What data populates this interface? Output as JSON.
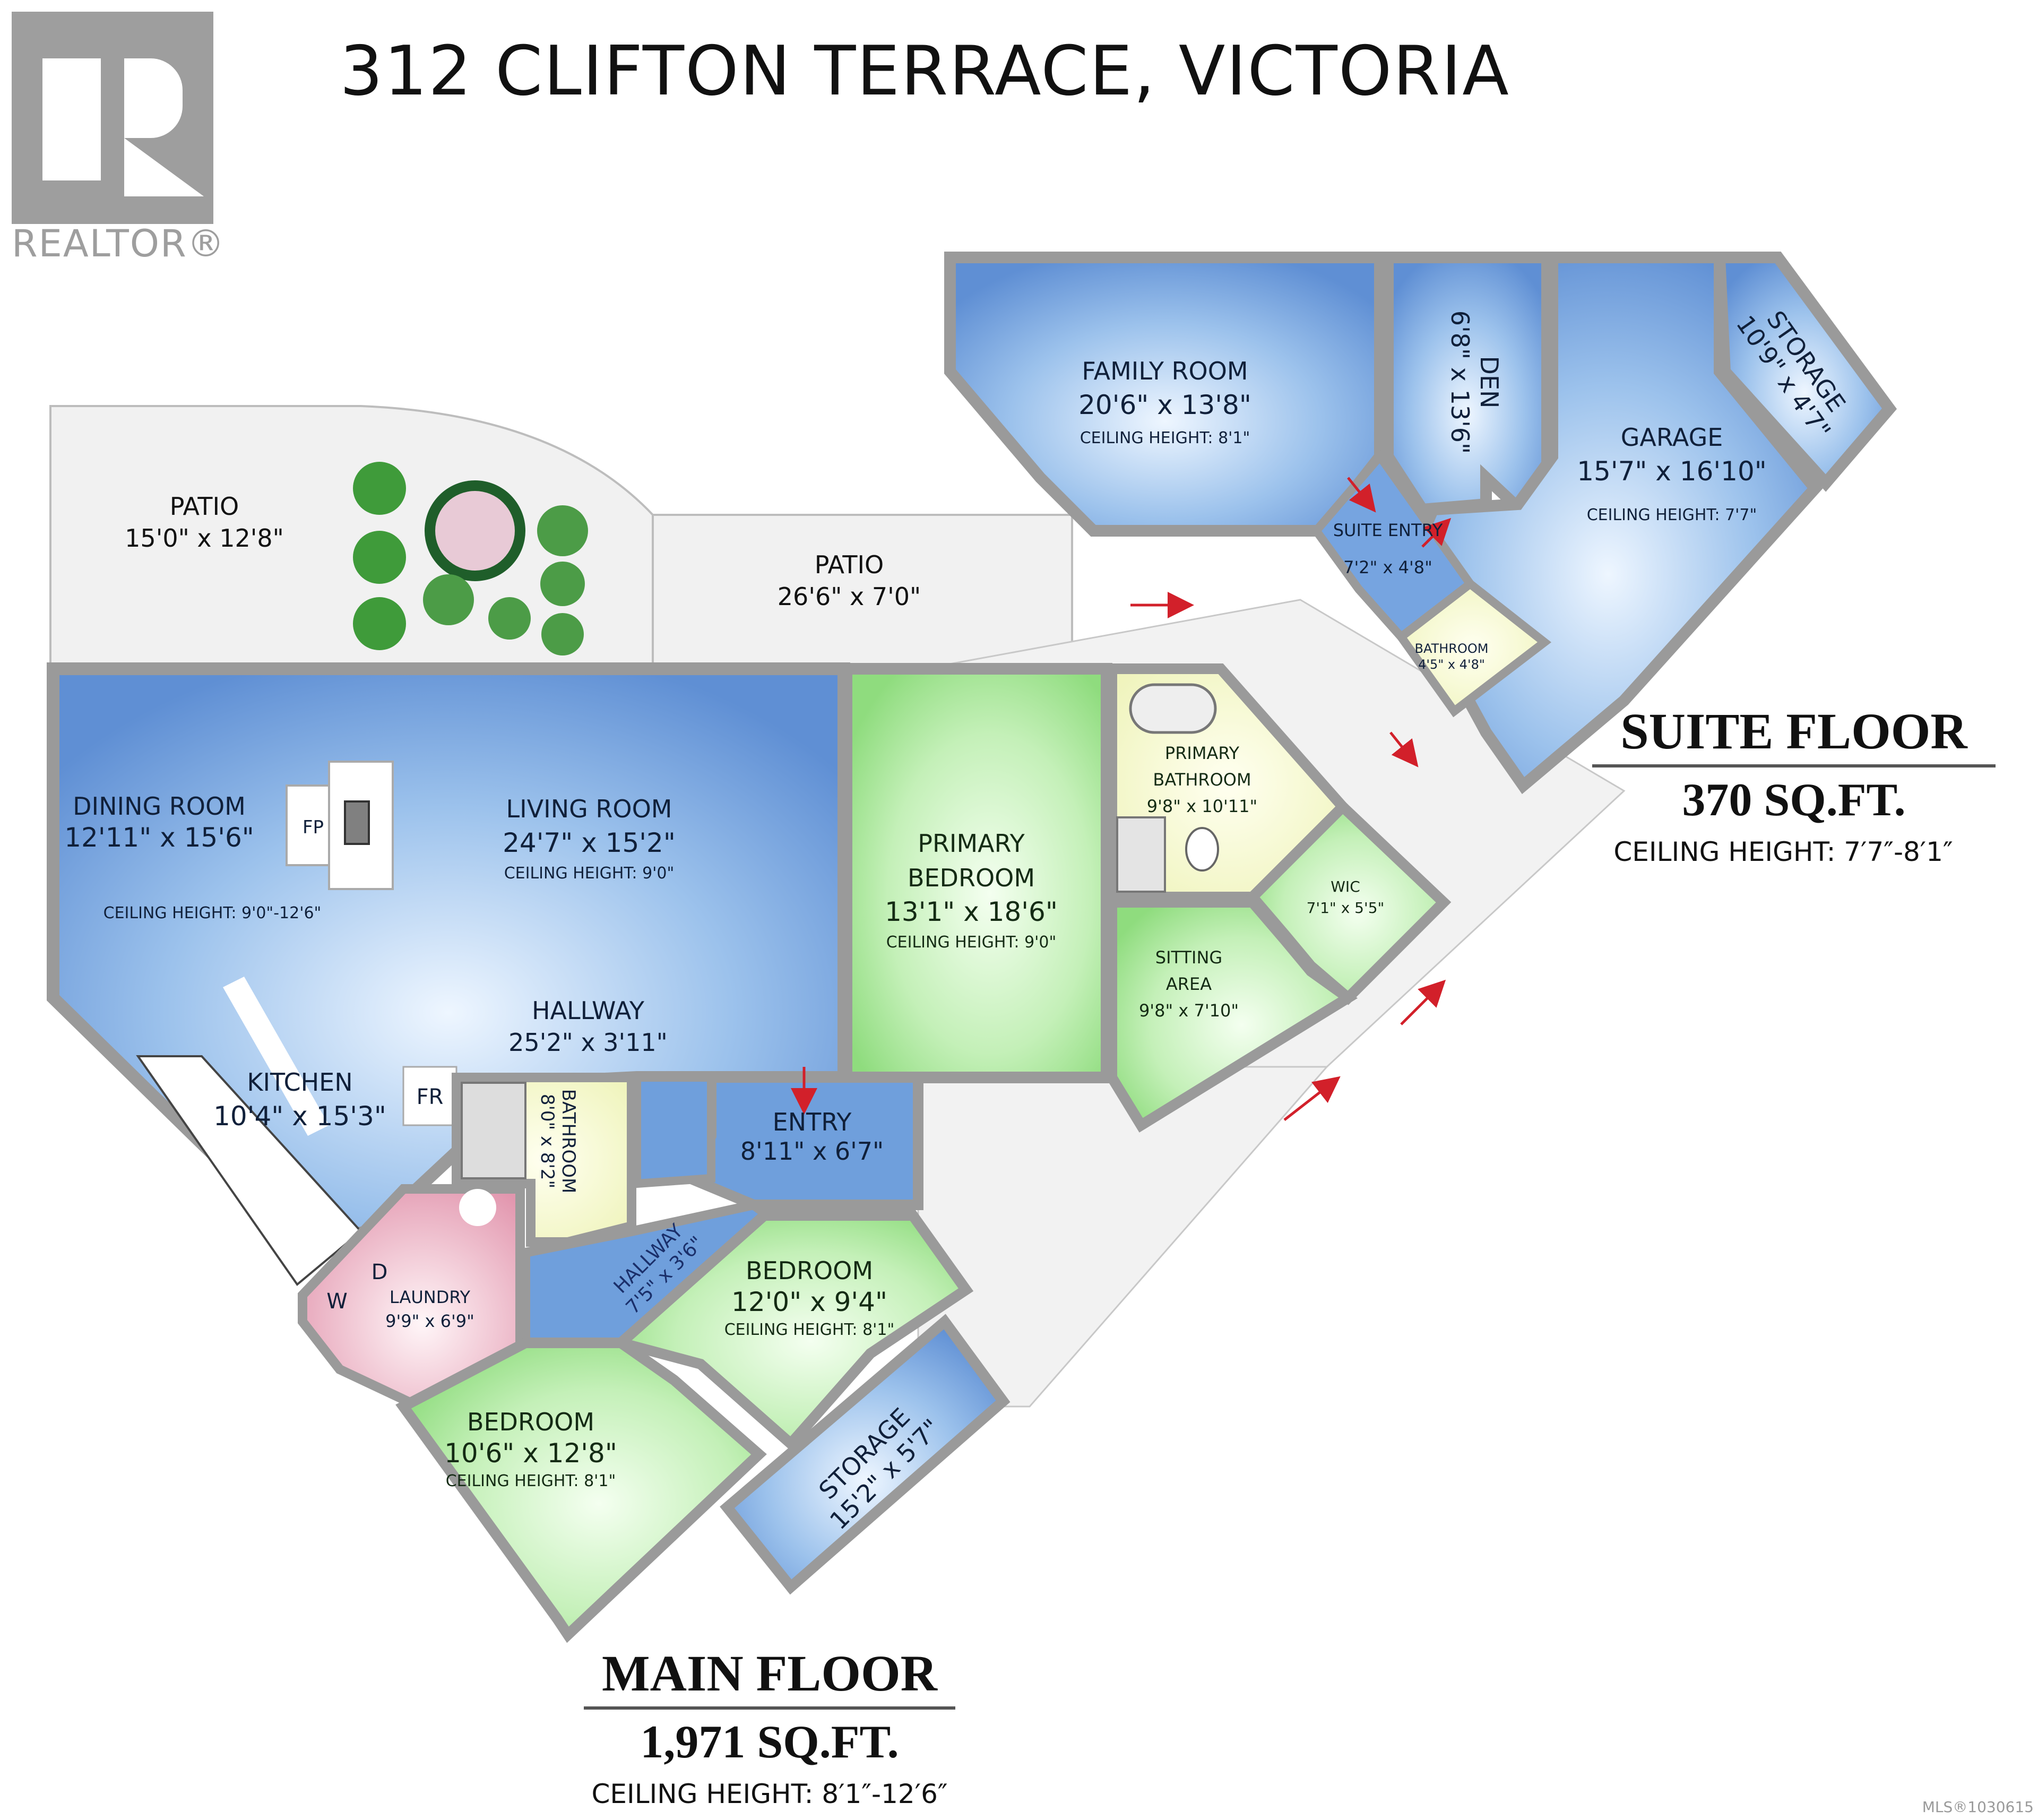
{
  "header": {
    "title": "312 CLIFTON TERRACE, VICTORIA",
    "logo_text": "REALTOR®"
  },
  "colors": {
    "blue_room": "#6f9fdc",
    "green_room": "#9fe08f",
    "yellow_room": "#f3f6c4",
    "pink_room": "#e7a5b8",
    "wall": "#9a9a9a",
    "patio": "#f0f0f0",
    "arrow": "#d2202a"
  },
  "suite_floor": {
    "name": "SUITE FLOOR",
    "area": "370 SQ.FT.",
    "ceiling": "CEILING HEIGHT: 7′7″-8′1″",
    "rooms": [
      {
        "name": "FAMILY ROOM",
        "dims": "20'6\" x 13'8\"",
        "ceiling": "CEILING HEIGHT: 8'1\""
      },
      {
        "name": "DEN",
        "dims": "6'8\" x 13'6\""
      },
      {
        "name": "GARAGE",
        "dims": "15'7\" x 16'10\"",
        "ceiling": "CEILING HEIGHT: 7'7\""
      },
      {
        "name": "STORAGE",
        "dims": "10'9\" x 4'7\""
      },
      {
        "name": "SUITE ENTRY",
        "dims": "7'2\" x 4'8\""
      },
      {
        "name": "BATHROOM",
        "dims": "4'5\" x 4'8\""
      }
    ]
  },
  "main_floor": {
    "name": "MAIN FLOOR",
    "area": "1,971 SQ.FT.",
    "ceiling": "CEILING HEIGHT: 8′1″-12′6″",
    "rooms": [
      {
        "name": "DINING ROOM",
        "dims": "12'11\" x 15'6\"",
        "ceiling": "CEILING HEIGHT: 9'0\"-12'6\""
      },
      {
        "name": "LIVING ROOM",
        "dims": "24'7\" x 15'2\"",
        "ceiling": "CEILING HEIGHT: 9'0\""
      },
      {
        "name": "HALLWAY",
        "dims": "25'2\" x 3'11\""
      },
      {
        "name": "KITCHEN",
        "dims": "10'4\" x 15'3\""
      },
      {
        "name": "PRIMARY BEDROOM",
        "dims": "13'1\" x 18'6\"",
        "ceiling": "CEILING HEIGHT: 9'0\""
      },
      {
        "name": "PRIMARY BATHROOM",
        "dims": "9'8\" x 10'11\""
      },
      {
        "name": "WIC",
        "dims": "7'1\" x 5'5\""
      },
      {
        "name": "SITTING AREA",
        "dims": "9'8\" x 7'10\""
      },
      {
        "name": "ENTRY",
        "dims": "8'11\" x 6'7\""
      },
      {
        "name": "BATHROOM",
        "dims": "8'0\" x 8'2\""
      },
      {
        "name": "HALLWAY",
        "dims": "7'5\" x 3'6\""
      },
      {
        "name": "LAUNDRY",
        "dims": "9'9\" x 6'9\""
      },
      {
        "name": "BEDROOM",
        "dims": "12'0\" x 9'4\"",
        "ceiling": "CEILING HEIGHT: 8'1\""
      },
      {
        "name": "BEDROOM",
        "dims": "10'6\" x 12'8\"",
        "ceiling": "CEILING HEIGHT: 8'1\""
      },
      {
        "name": "STORAGE",
        "dims": "15'2\" x 5'7\""
      }
    ],
    "fixtures": {
      "fireplace": "FP",
      "fridge": "FR",
      "washer": "W",
      "dryer": "D"
    }
  },
  "outdoor": {
    "patios": [
      {
        "name": "PATIO",
        "dims": "15'0\" x 12'8\""
      },
      {
        "name": "PATIO",
        "dims": "26'6\" x 7'0\""
      }
    ]
  },
  "footer": {
    "mls": "MLS®1030615"
  }
}
